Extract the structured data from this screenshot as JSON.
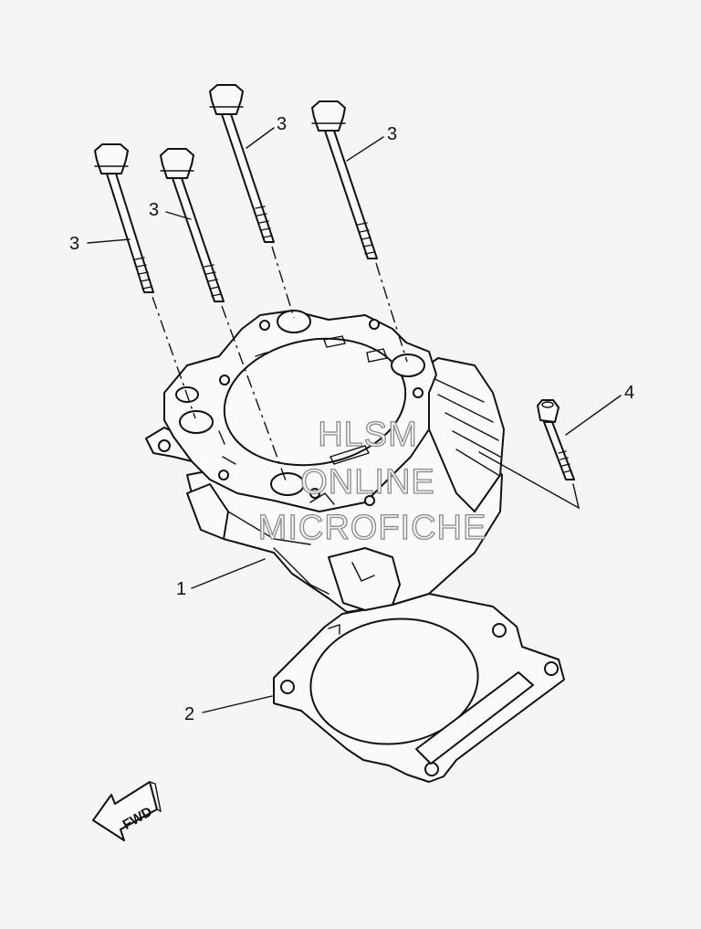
{
  "callouts": {
    "bolt_a": "3",
    "bolt_b": "3",
    "bolt_c": "3",
    "bolt_d": "3",
    "cylinder": "1",
    "gasket": "2",
    "small_bolt": "4"
  },
  "watermark": {
    "line1": "HLSM",
    "line2": "ONLINE",
    "line3": "MICROFICHE"
  },
  "direction_arrow": {
    "label": "FWD"
  }
}
